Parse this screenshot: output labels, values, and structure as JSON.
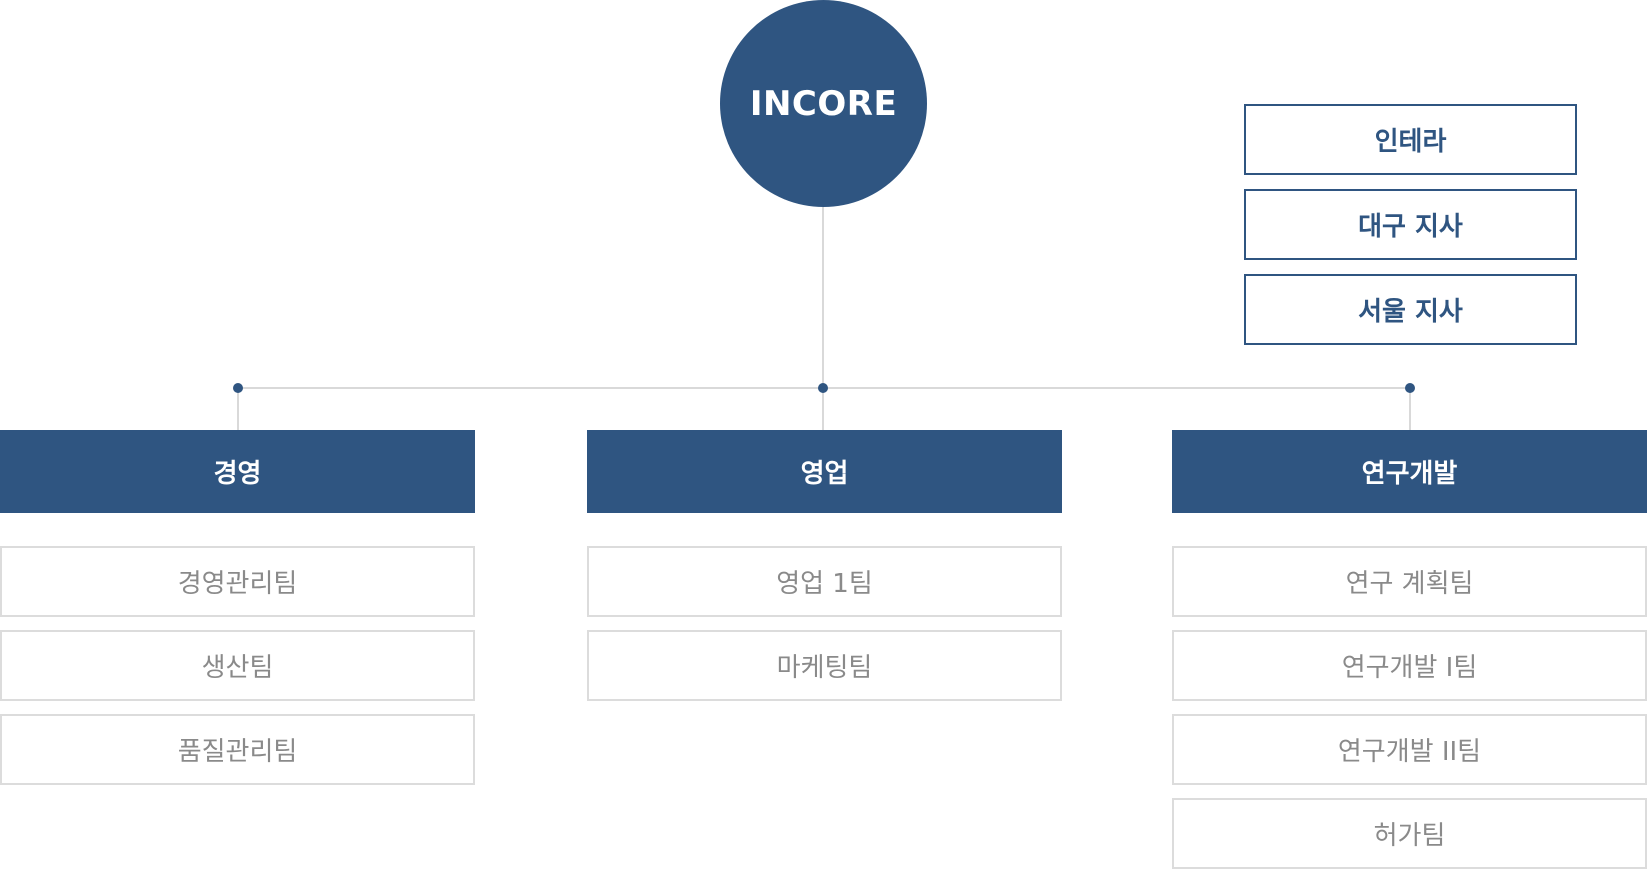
{
  "root": {
    "label": "INCORE"
  },
  "affiliates": [
    {
      "label": "인테라"
    },
    {
      "label": "대구 지사"
    },
    {
      "label": "서울 지사"
    }
  ],
  "departments": [
    {
      "label": "경영",
      "teams": [
        {
          "label": "경영관리팀"
        },
        {
          "label": "생산팀"
        },
        {
          "label": "품질관리팀"
        }
      ]
    },
    {
      "label": "영업",
      "teams": [
        {
          "label": "영업 1팀"
        },
        {
          "label": "마케팅팀"
        }
      ]
    },
    {
      "label": "연구개발",
      "teams": [
        {
          "label": "연구 계획팀"
        },
        {
          "label": "연구개발 I팀"
        },
        {
          "label": "연구개발 II팀"
        },
        {
          "label": "허가팀"
        }
      ]
    }
  ],
  "colors": {
    "primary": "#2f5581",
    "team_border": "#dcdcdc",
    "team_text": "#8a8a8a",
    "connector": "#d9d9d9"
  }
}
